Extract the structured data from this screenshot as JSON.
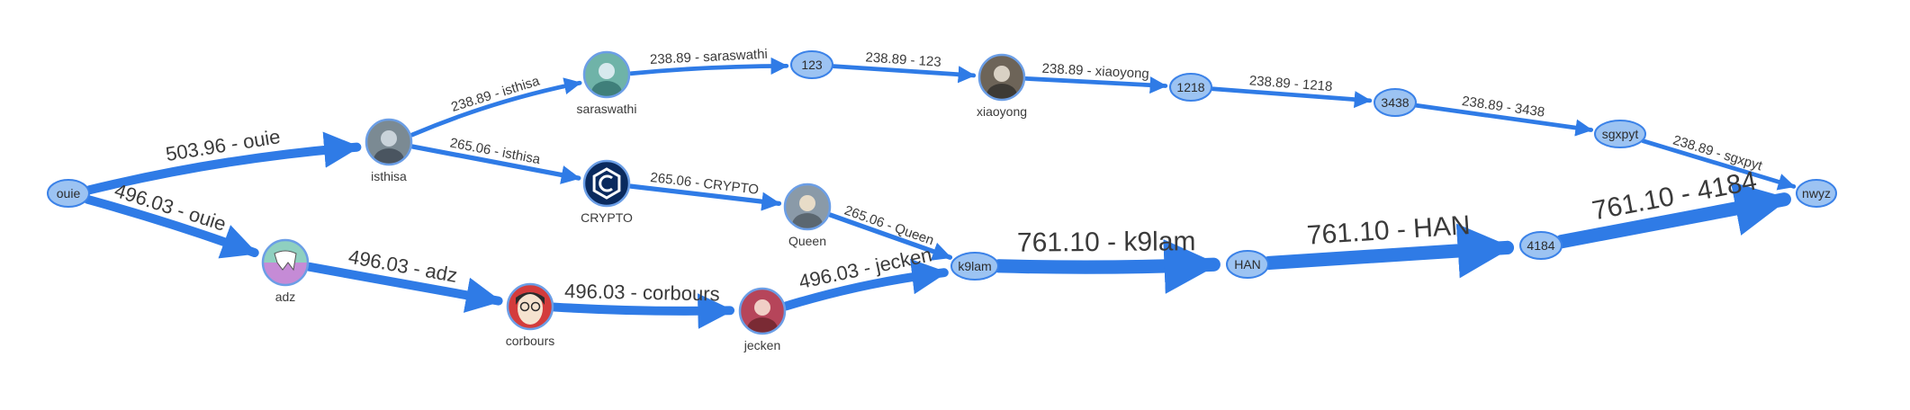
{
  "graph": {
    "nodes": [
      {
        "id": "ouie",
        "label": "ouie",
        "kind": "ellipse"
      },
      {
        "id": "isthisa",
        "label": "isthisa",
        "kind": "image",
        "icon": "avatar-photo-icon",
        "palette": [
          "#7b8a93",
          "#c9d3da",
          "#4a5560"
        ]
      },
      {
        "id": "adz",
        "label": "adz",
        "kind": "image",
        "icon": "avatar-cartoon-icon",
        "palette": [
          "#c58bd6",
          "#8fd0c0",
          "#ffffff"
        ]
      },
      {
        "id": "saraswathi",
        "label": "saraswathi",
        "kind": "image",
        "icon": "avatar-abstract-icon",
        "palette": [
          "#6fb3a8",
          "#d7e9ee",
          "#3f7f7a"
        ]
      },
      {
        "id": "CRYPTO",
        "label": "CRYPTO",
        "kind": "image",
        "icon": "crypto-logo-icon",
        "palette": [
          "#0a2a5e",
          "#ffffff",
          "#0a2a5e"
        ]
      },
      {
        "id": "corbours",
        "label": "corbours",
        "kind": "image",
        "icon": "avatar-face-icon",
        "palette": [
          "#d33c3c",
          "#f5e3cf",
          "#2b2b2b"
        ]
      },
      {
        "id": "123",
        "label": "123",
        "kind": "ellipse"
      },
      {
        "id": "Queen",
        "label": "Queen",
        "kind": "image",
        "icon": "avatar-portrait-icon",
        "palette": [
          "#8a9aa8",
          "#e8dcc8",
          "#5b6770"
        ]
      },
      {
        "id": "jecken",
        "label": "jecken",
        "kind": "image",
        "icon": "avatar-portrait-icon",
        "palette": [
          "#b6455a",
          "#f0cfc6",
          "#7a2a34"
        ]
      },
      {
        "id": "xiaoyong",
        "label": "xiaoyong",
        "kind": "image",
        "icon": "avatar-photo-icon",
        "palette": [
          "#6d6458",
          "#d9d1c4",
          "#3d3a35"
        ]
      },
      {
        "id": "k9lam",
        "label": "k9lam",
        "kind": "ellipse"
      },
      {
        "id": "1218",
        "label": "1218",
        "kind": "ellipse"
      },
      {
        "id": "HAN",
        "label": "HAN",
        "kind": "ellipse"
      },
      {
        "id": "3438",
        "label": "3438",
        "kind": "ellipse"
      },
      {
        "id": "4184",
        "label": "4184",
        "kind": "ellipse"
      },
      {
        "id": "sgxpyt",
        "label": "sgxpyt",
        "kind": "ellipse"
      },
      {
        "id": "nwyz",
        "label": "nwyz",
        "kind": "ellipse"
      }
    ],
    "edges": [
      {
        "from": "ouie",
        "to": "isthisa",
        "label": "503.96 - ouie",
        "value": 503.96
      },
      {
        "from": "ouie",
        "to": "adz",
        "label": "496.03 - ouie",
        "value": 496.03
      },
      {
        "from": "isthisa",
        "to": "saraswathi",
        "label": "238.89 - isthisa",
        "value": 238.89
      },
      {
        "from": "isthisa",
        "to": "CRYPTO",
        "label": "265.06 - isthisa",
        "value": 265.06
      },
      {
        "from": "adz",
        "to": "corbours",
        "label": "496.03 - adz",
        "value": 496.03
      },
      {
        "from": "saraswathi",
        "to": "123",
        "label": "238.89 - saraswathi",
        "value": 238.89
      },
      {
        "from": "CRYPTO",
        "to": "Queen",
        "label": "265.06 - CRYPTO",
        "value": 265.06
      },
      {
        "from": "corbours",
        "to": "jecken",
        "label": "496.03 - corbours",
        "value": 496.03
      },
      {
        "from": "123",
        "to": "xiaoyong",
        "label": "238.89 - 123",
        "value": 238.89
      },
      {
        "from": "Queen",
        "to": "k9lam",
        "label": "265.06 - Queen",
        "value": 265.06
      },
      {
        "from": "jecken",
        "to": "k9lam",
        "label": "496.03 - jecken",
        "value": 496.03
      },
      {
        "from": "xiaoyong",
        "to": "1218",
        "label": "238.89 - xiaoyong",
        "value": 238.89
      },
      {
        "from": "k9lam",
        "to": "HAN",
        "label": "761.10 - k9lam",
        "value": 761.1
      },
      {
        "from": "1218",
        "to": "3438",
        "label": "238.89 - 1218",
        "value": 238.89
      },
      {
        "from": "HAN",
        "to": "4184",
        "label": "761.10 - HAN",
        "value": 761.1
      },
      {
        "from": "3438",
        "to": "sgxpyt",
        "label": "238.89 - 3438",
        "value": 238.89
      },
      {
        "from": "4184",
        "to": "nwyz",
        "label": "761.10 - 4184",
        "value": 761.1
      },
      {
        "from": "sgxpyt",
        "to": "nwyz",
        "label": "238.89 - sgxpyt",
        "value": 238.89
      }
    ]
  },
  "colors": {
    "edge": "#2f7be6",
    "node_fill": "#9cc3f2",
    "node_stroke": "#3b82e8"
  }
}
